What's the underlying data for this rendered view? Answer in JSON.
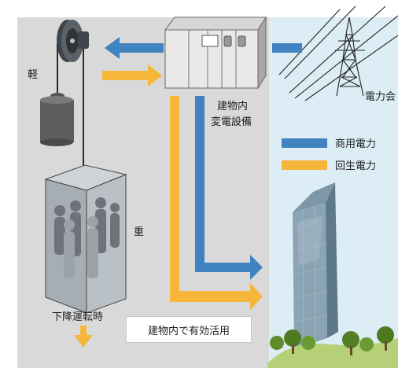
{
  "labels": {
    "light": "軽",
    "heavy": "重",
    "substation_line1": "建物内",
    "substation_line2": "変電設備",
    "power_company": "電力会",
    "descending": "下降運転時",
    "effective_use": "建物内で有効活用"
  },
  "legend": [
    {
      "label": "商用電力",
      "color": "#3f83c0"
    },
    {
      "label": "回生電力",
      "color": "#f5b63a"
    }
  ],
  "colors": {
    "commercial": "#3f83c0",
    "regenerative": "#f5b63a",
    "left_panel": "#d9d9d9",
    "right_panel": "#dcedf5"
  }
}
